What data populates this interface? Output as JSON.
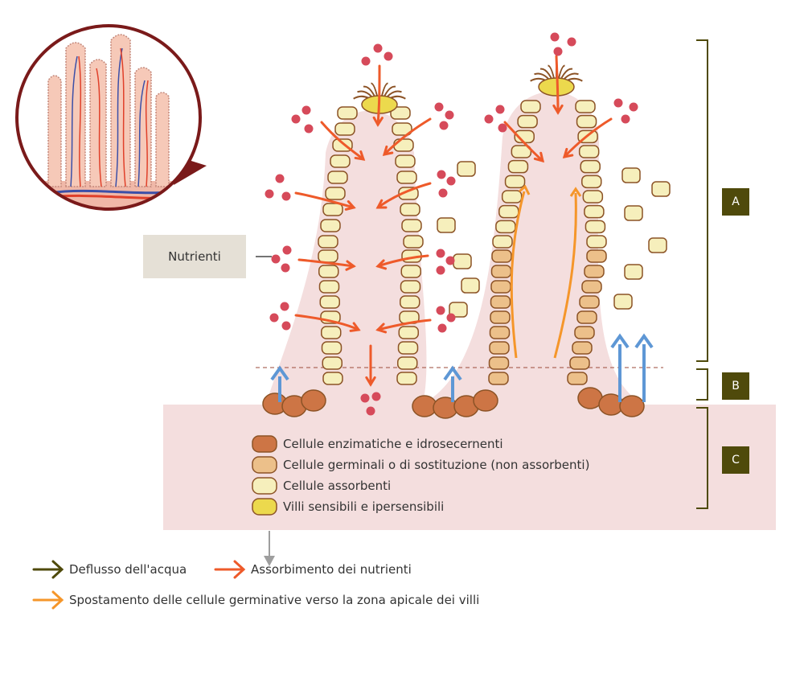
{
  "colors": {
    "enzymatic_cell": "#cd7545",
    "germinal_cell": "#ecc08a",
    "absorbent_cell": "#f6efbc",
    "sensitive_villi": "#ecd94d",
    "cell_border": "#8c5326",
    "tissue": "#f4dede",
    "water_outflow": "#4f4a0b",
    "nutrient_absorption": "#ee5a2a",
    "germinal_movement": "#f5962a",
    "upward_flow": "#5e97d5",
    "nutrient_dot": "#d64a5a",
    "inset_border": "#7a1a1a",
    "zone_box": "#4f4a0b"
  },
  "nutrients_label": "Nutrienti",
  "zones": {
    "a": "A",
    "b": "B",
    "c": "C"
  },
  "cell_legend": [
    {
      "icon": "enzymatic-cell-swatch",
      "label": "Cellule enzimatiche e idrosecernenti"
    },
    {
      "icon": "germinal-cell-swatch",
      "label": "Cellule germinali o di sostituzione (non assorbenti)"
    },
    {
      "icon": "absorbent-cell-swatch",
      "label": "Cellule assorbenti"
    },
    {
      "icon": "sensitive-villi-swatch",
      "label": "Villi sensibili e ipersensibili"
    }
  ],
  "arrow_legend": [
    {
      "icon": "dark-olive-arrow-icon",
      "label": "Deflusso dell'acqua"
    },
    {
      "icon": "red-orange-arrow-icon",
      "label": "Assorbimento dei nutrienti"
    },
    {
      "icon": "orange-arrow-icon",
      "label": "Spostamento delle cellule germinative verso la zona apicale dei villi"
    }
  ]
}
